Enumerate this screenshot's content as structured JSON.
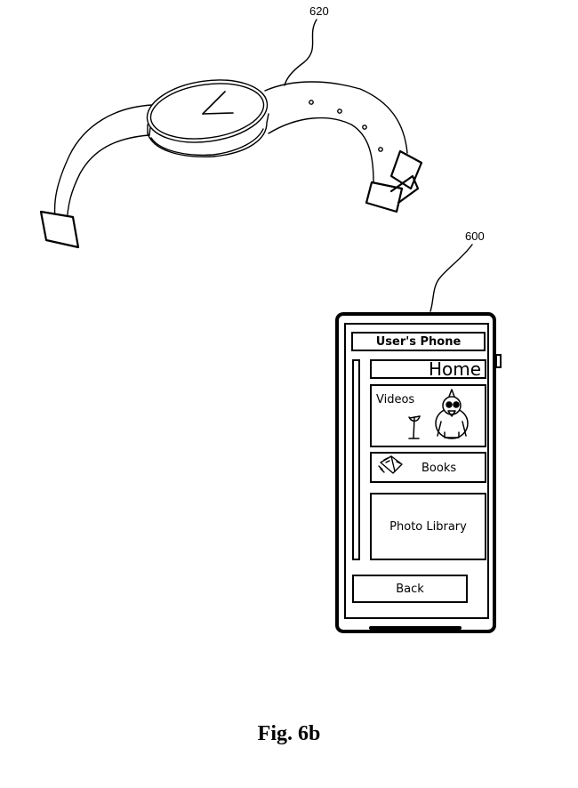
{
  "figure": {
    "caption": "Fig. 6b",
    "ref_watch": "620",
    "ref_phone": "600"
  },
  "phone": {
    "title": "User's Phone",
    "home_label": "Home",
    "menu": [
      {
        "label": "Videos",
        "icon": "bird-icon"
      },
      {
        "label": "Books",
        "icon": "open-book-icon"
      },
      {
        "label": "Photo Library",
        "icon": ""
      }
    ],
    "back_label": "Back"
  },
  "colors": {
    "line": "#000000",
    "background": "#ffffff"
  }
}
